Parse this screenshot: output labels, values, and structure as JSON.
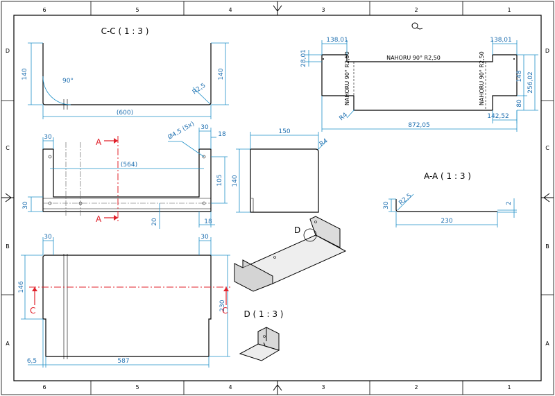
{
  "zones": {
    "columns": [
      "6",
      "5",
      "4",
      "3",
      "2",
      "1"
    ],
    "rows": [
      "D",
      "C",
      "B",
      "A"
    ]
  },
  "views": {
    "section_cc": "C-C ( 1 : 3 )",
    "section_aa": "A-A ( 1 : 3 )",
    "detail_d": "D ( 1 : 3 )"
  },
  "cut_labels": {
    "a": "A",
    "c": "C",
    "d": "D"
  },
  "dims": {
    "cc_left_h": "140",
    "cc_right_h": "140",
    "cc_angle": "90°",
    "cc_radius": "R2,5",
    "cc_width": "(600)",
    "front_flange_l": "30",
    "front_flange_r": "30",
    "front_thick": "18",
    "front_hole": "Ø4,5 (5x)",
    "front_span": "(564)",
    "front_h": "105",
    "front_base_h": "30",
    "front_20": "20",
    "front_18b": "18",
    "side_w": "150",
    "side_r": "R4",
    "side_h": "140",
    "top_flange_l": "30",
    "top_flange_r": "30",
    "top_h146": "146",
    "top_h230": "230",
    "top_65": "6,5",
    "top_587": "587",
    "flat_138a": "138,01",
    "flat_138b": "138,01",
    "flat_28": "28,01",
    "flat_148": "148",
    "flat_256": "256,02",
    "flat_80": "80",
    "flat_142": "142,52",
    "flat_872": "872,05",
    "flat_r4": "R4",
    "aa_30": "30",
    "aa_r": "R2,5",
    "aa_2": "2",
    "aa_230": "230"
  },
  "bend_notes": {
    "top": "NAHORU 90° R2,50",
    "left": "NAHORU 90° R2,50",
    "right": "NAHORU 90° R2,50"
  },
  "icons": {
    "zoom": "magnifier-icon",
    "center_mark": "center-mark-icon"
  },
  "colors": {
    "dimension": "#1e90c8",
    "section": "#e0202a",
    "part": "#000000"
  }
}
